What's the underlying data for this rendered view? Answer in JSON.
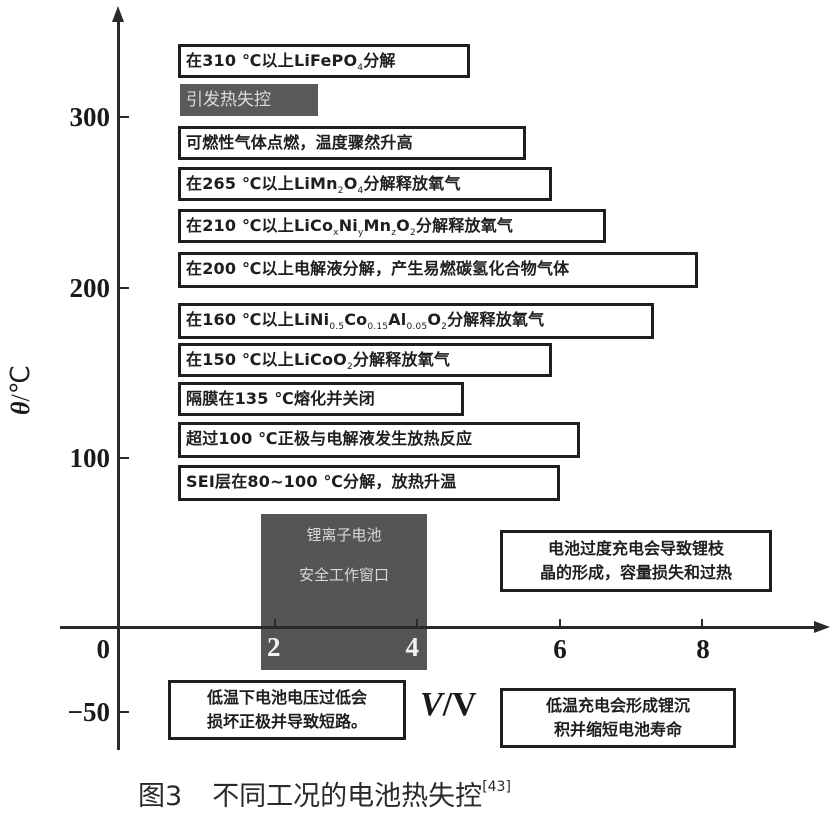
{
  "chart_data": {
    "type": "table",
    "title": "不同工况的电池热失控",
    "caption": {
      "figure_label": "图3",
      "title": "不同工况的电池热失控",
      "reference": "[43]"
    },
    "xlabel": "V/V",
    "ylabel": "θ/℃",
    "x_axis": {
      "ticks": [
        0,
        2,
        4,
        6,
        8
      ],
      "tick_labels": [
        "0",
        "2",
        "4",
        "6",
        "8"
      ],
      "range": [
        0,
        9.5
      ]
    },
    "y_axis": {
      "ticks": [
        -50,
        0,
        100,
        200,
        300
      ],
      "tick_labels": [
        "-50",
        "0",
        "100",
        "200",
        "300"
      ],
      "range": [
        -70,
        360
      ]
    },
    "grid": false,
    "temperature_events": [
      {
        "temperature_c": 310,
        "text": "在310 ℃以上LiFePO4分解"
      },
      {
        "temperature_c": 300,
        "text": "引发热失控",
        "style": "dark"
      },
      {
        "temperature_c": 280,
        "text": "可燃性气体点燃，温度骤然升高"
      },
      {
        "temperature_c": 265,
        "text": "在265 ℃以上LiMn2O4分解释放氧气"
      },
      {
        "temperature_c": 210,
        "text": "在210 ℃以上LiCoxNiyMnzO2分解释放氧气"
      },
      {
        "temperature_c": 200,
        "text": "在200 ℃以上电解液分解，产生易燃碳氢化合物气体"
      },
      {
        "temperature_c": 160,
        "text": "在160 ℃以上LiNi0.5Co0.15Al0.05O2分解释放氧气"
      },
      {
        "temperature_c": 150,
        "text": "在150 ℃以上LiCoO2分解释放氧气"
      },
      {
        "temperature_c": 135,
        "text": "隔膜在135 ℃熔化并关闭"
      },
      {
        "temperature_c": 100,
        "text": "超过100 ℃正极与电解液发生放热反应"
      },
      {
        "temperature_c": 80,
        "text": "SEI层在80~100 ℃分解，放热升温"
      }
    ],
    "safe_window": {
      "voltage_range_v": [
        2,
        4
      ],
      "temperature_range_c": [
        -25,
        65
      ],
      "label": "锂离子电池安全工作窗口"
    },
    "region_notes": [
      {
        "region": "high-voltage",
        "text": "电池过度充电会导致锂枝晶的形成，容量损失和过热"
      },
      {
        "region": "low-voltage-low-temp",
        "text": "低温下电池电压过低会损坏正极并导致短路。"
      },
      {
        "region": "low-temp-charging",
        "text": "低温充电会形成锂沉积并缩短电池寿命"
      }
    ]
  },
  "axes": {
    "y_title_symbol": "θ",
    "y_title_unit": "/℃",
    "x_title_symbol": "V",
    "x_title_unit": "/V",
    "y_ticks": [
      "300",
      "200",
      "100",
      "0",
      "−50"
    ],
    "x_ticks": [
      "2",
      "4",
      "6",
      "8"
    ]
  },
  "events": {
    "e310": {
      "pre": "在310 ℃以上LiFePO",
      "s1": "4",
      "post": "分解"
    },
    "e300": {
      "text": "引发热失控"
    },
    "e280": {
      "text": "可燃性气体点燃，温度骤然升高"
    },
    "e265": {
      "pre": "在265 ℃以上LiMn",
      "s1": "2",
      "mid1": "O",
      "s2": "4",
      "post": "分解释放氧气"
    },
    "e210": {
      "pre": "在210 ℃以上LiCo",
      "s1": "x",
      "mid1": "Ni",
      "s2": "y",
      "mid2": "Mn",
      "s3": "z",
      "mid3": "O",
      "s4": "2",
      "post": "分解释放氧气"
    },
    "e200": {
      "text": "在200 ℃以上电解液分解，产生易燃碳氢化合物气体"
    },
    "e160": {
      "pre": "在160 ℃以上LiNi",
      "s1": "0.5",
      "mid1": "Co",
      "s2": "0.15",
      "mid2": "Al",
      "s3": "0.05",
      "mid3": "O",
      "s4": "2",
      "post": "分解释放氧气"
    },
    "e150": {
      "pre": "在150 ℃以上LiCoO",
      "s1": "2",
      "post": "分解释放氧气"
    },
    "e135": {
      "text": "隔膜在135 ℃熔化并关闭"
    },
    "e100": {
      "text": "超过100 ℃正极与电解液发生放热反应"
    },
    "e80": {
      "text": "SEI层在80~100 ℃分解，放热升温"
    }
  },
  "window": {
    "line1": "锂离子电池",
    "line2": "安全工作窗口",
    "tick_left": "2",
    "tick_right": "4"
  },
  "notes": {
    "overcharge": {
      "line1": "电池过度充电会导致锂枝",
      "line2": "晶的形成，容量损失和过热"
    },
    "low_voltage": {
      "line1": "低温下电池电压过低会",
      "line2": "损坏正极并导致短路。"
    },
    "low_temp_charge": {
      "line1": "低温充电会形成锂沉",
      "line2": "积并缩短电池寿命"
    }
  },
  "caption": {
    "figure_label": "图3",
    "title": "不同工况的电池热失控",
    "ref": "[43]"
  },
  "origin_label": "0"
}
